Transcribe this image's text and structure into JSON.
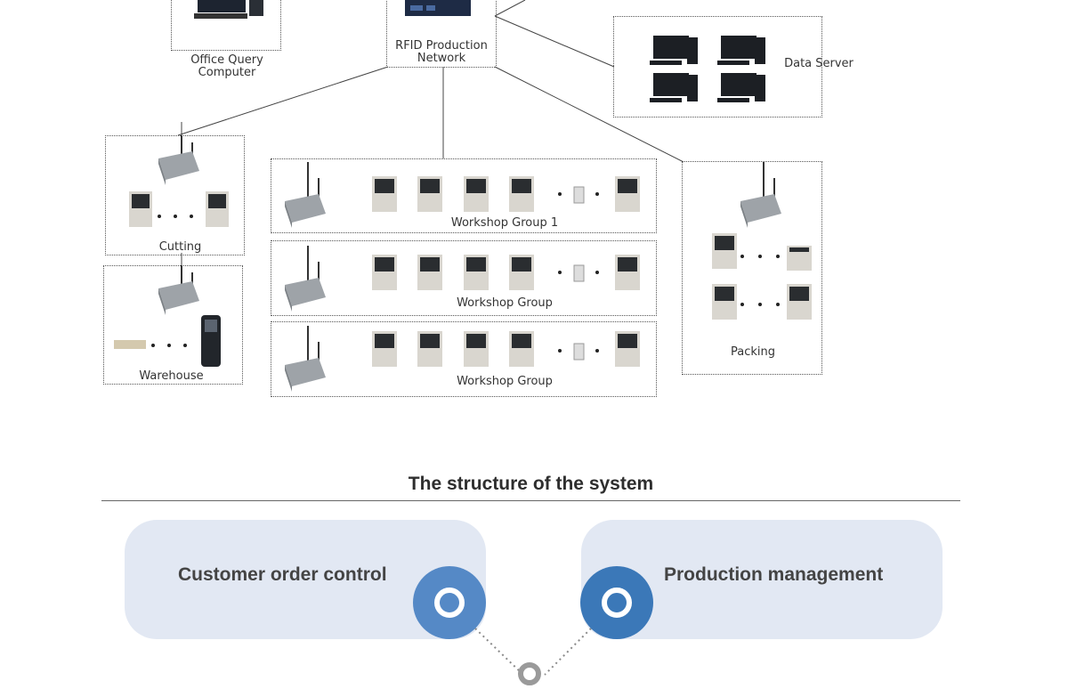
{
  "diagram": {
    "labels": {
      "office": "Office Query\nComputer",
      "rfid": "RFID Production\nNetwork",
      "data_server": "Data Server",
      "cutting": "Cutting",
      "warehouse": "Warehouse",
      "group1": "Workshop Group 1",
      "group2": "Workshop Group",
      "group3": "Workshop Group",
      "packing": "Packing"
    }
  },
  "structure": {
    "title": "The structure of the system",
    "left_card": "Customer order control",
    "right_card": "Production management"
  },
  "colors": {
    "card_bg": "#e2e8f3",
    "node_left": "#5589c6",
    "node_right": "#3b78b8",
    "node_bottom": "#9a9a9a"
  }
}
